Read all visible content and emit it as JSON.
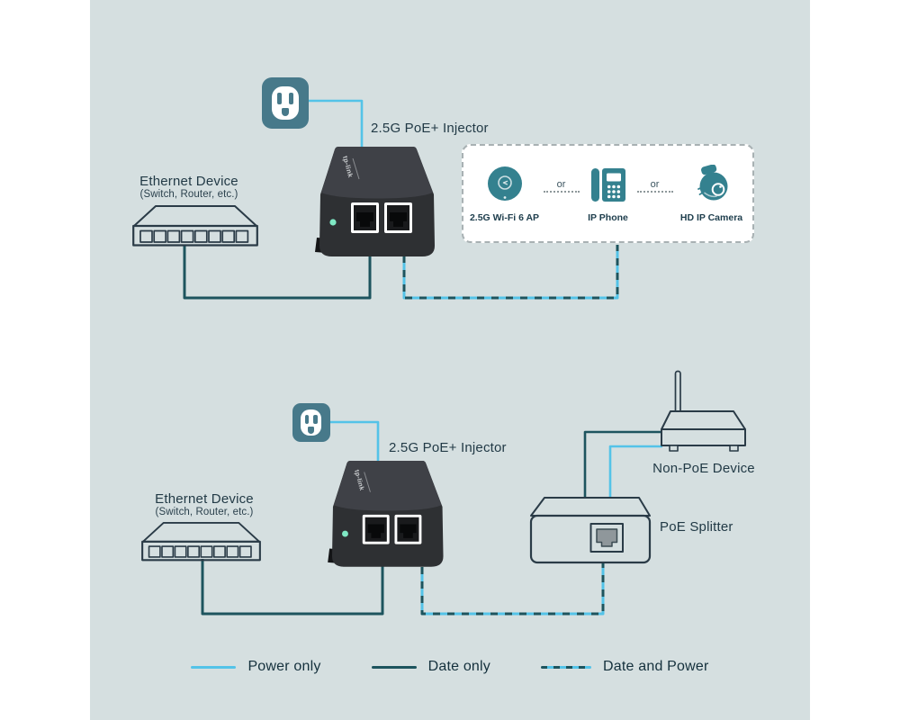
{
  "colors": {
    "background_band": "#d5dfe0",
    "page_margin": "#ffffff",
    "power_line_cyan": "#54c3e8",
    "data_line_dark_teal": "#1d545e",
    "drawing_outline": "#2a3b47",
    "device_icon_teal": "#34818f",
    "outlet_teal": "#47798a",
    "label_text": "#223a46",
    "injector_body": "#2e3033",
    "injector_top_face": "#3f4147",
    "injector_led_green": "#7fe8c4",
    "devices_box_border": "#a8b1b3"
  },
  "top_diagram": {
    "injector_label": "2.5G PoE+ Injector",
    "injector_logo": "tp-link",
    "ethernet_device": {
      "title": "Ethernet Device",
      "subtitle": "(Switch, Router, etc.)"
    },
    "powered_devices": {
      "separator": "or",
      "items": [
        {
          "label": "2.5G Wi-Fi 6 AP",
          "icon": "wifi-ap-icon"
        },
        {
          "label": "IP Phone",
          "icon": "ip-phone-icon"
        },
        {
          "label": "HD IP Camera",
          "icon": "ip-camera-icon"
        }
      ]
    }
  },
  "bottom_diagram": {
    "injector_label": "2.5G PoE+ Injector",
    "injector_logo": "tp-link",
    "ethernet_device": {
      "title": "Ethernet Device",
      "subtitle": "(Switch, Router, etc.)"
    },
    "poe_splitter_label": "PoE Splitter",
    "non_poe_device_label": "Non-PoE Device"
  },
  "legend": {
    "items": [
      {
        "label": "Power only",
        "style": "power"
      },
      {
        "label": "Date only",
        "style": "data"
      },
      {
        "label": "Date and Power",
        "style": "data-power"
      }
    ]
  }
}
